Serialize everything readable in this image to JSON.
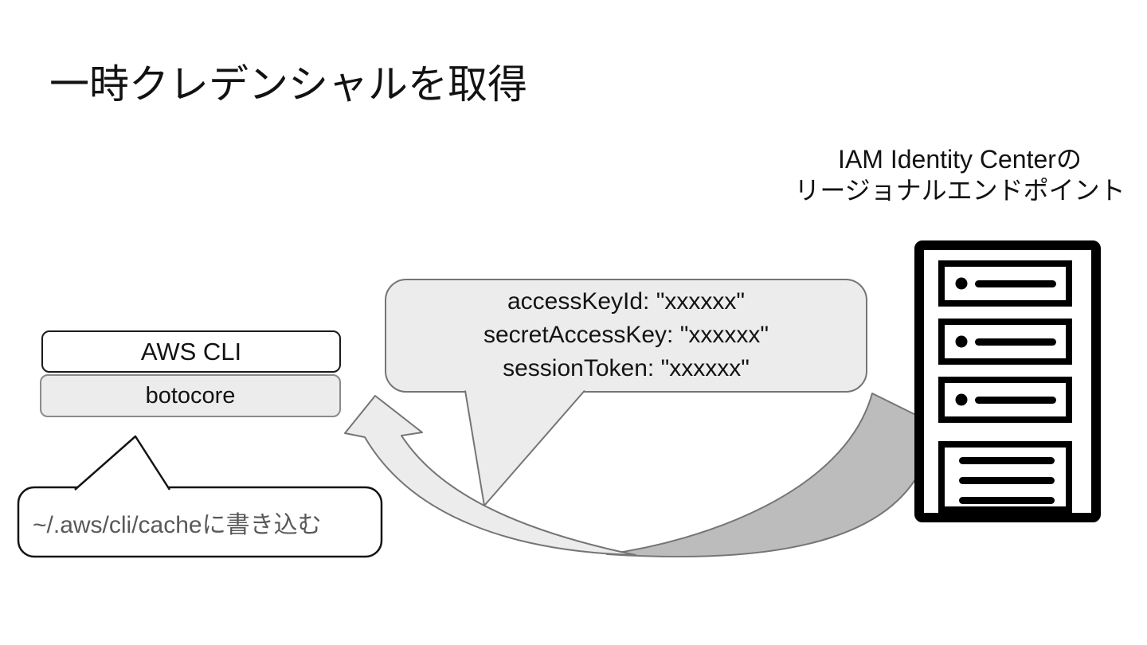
{
  "slide": {
    "title": "一時クレデンシャルを取得"
  },
  "endpoint": {
    "label_line1": "IAM Identity Centerの",
    "label_line2": "リージョナルエンドポイント",
    "icon": "server-rack-icon"
  },
  "credentials_bubble": {
    "lines": [
      "accessKeyId: \"xxxxxx\"",
      "secretAccessKey: \"xxxxxx\"",
      "sessionToken: \"xxxxxx\""
    ]
  },
  "cli_stack": {
    "top_label": "AWS CLI",
    "bottom_label": "botocore"
  },
  "cache_callout": {
    "text": "~/.aws/cli/cacheに書き込む"
  },
  "colors": {
    "background": "#ffffff",
    "bubble_fill": "#ececec",
    "bubble_stroke": "#757575",
    "arrow_light_fill": "#ececec",
    "arrow_dark_fill": "#bcbcbc",
    "arrow_stroke": "#757575",
    "box_stroke_dark": "#1a1a1a",
    "botocore_stroke": "#8a8a8a",
    "server_icon": "#000000",
    "callout_text": "#595959",
    "text": "#121212"
  }
}
